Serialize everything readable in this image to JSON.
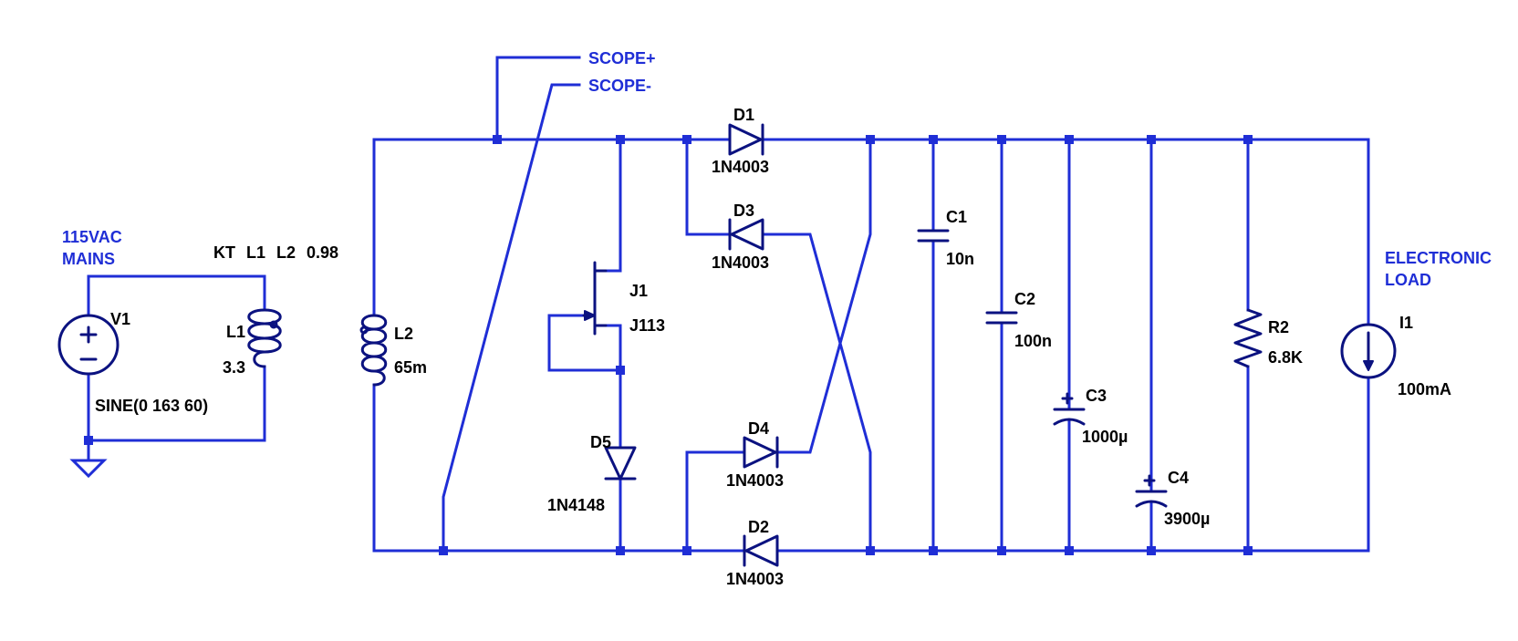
{
  "nets": {
    "scope_plus": "SCOPE+",
    "scope_minus": "SCOPE-",
    "mains_line1": "115VAC",
    "mains_line2": "MAINS",
    "load_line1": "ELECTRONIC",
    "load_line2": "LOAD"
  },
  "coupling": {
    "directive": "KT",
    "first": "L1",
    "second": "L2",
    "value": "0.98"
  },
  "components": {
    "V1": {
      "name": "V1",
      "value": "SINE(0 163 60)"
    },
    "L1": {
      "name": "L1",
      "value": "3.3"
    },
    "L2": {
      "name": "L2",
      "value": "65m"
    },
    "J1": {
      "name": "J1",
      "value": "J113"
    },
    "D5": {
      "name": "D5",
      "value": "1N4148"
    },
    "D1": {
      "name": "D1",
      "value": "1N4003"
    },
    "D2": {
      "name": "D2",
      "value": "1N4003"
    },
    "D3": {
      "name": "D3",
      "value": "1N4003"
    },
    "D4": {
      "name": "D4",
      "value": "1N4003"
    },
    "C1": {
      "name": "C1",
      "value": "10n"
    },
    "C2": {
      "name": "C2",
      "value": "100n"
    },
    "C3": {
      "name": "C3",
      "value": "1000µ"
    },
    "C4": {
      "name": "C4",
      "value": "3900µ"
    },
    "R2": {
      "name": "R2",
      "value": "6.8K"
    },
    "I1": {
      "name": "I1",
      "value": "100mA"
    }
  },
  "colors": {
    "wire": "#1f2ed6",
    "component": "#0b1280",
    "label": "#000000",
    "background": "#ffffff"
  },
  "icons": {
    "ground": "ground-icon",
    "voltage_source": "sine-voltage-source-icon",
    "current_source": "current-source-icon",
    "inductor": "inductor-coil-icon",
    "diode": "diode-icon",
    "capacitor": "capacitor-icon",
    "polarized_capacitor": "polarized-capacitor-icon",
    "resistor": "resistor-icon",
    "jfet": "n-jfet-icon"
  }
}
